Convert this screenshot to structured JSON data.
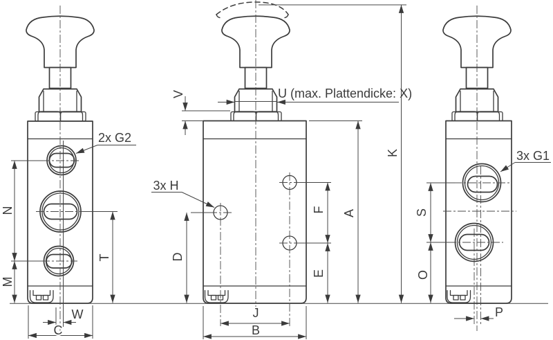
{
  "drawing": {
    "background": "#ffffff",
    "line_color": "#3b3b3b",
    "views": {
      "front_g2": {
        "port_label": "2x G2",
        "dim_n": "N",
        "dim_m": "M",
        "dim_t": "T",
        "dim_w": "W",
        "dim_c": "C"
      },
      "side_mounting": {
        "hole_label": "3x H",
        "panel_note": "U (max. Plattendicke: X)",
        "dim_v": "V",
        "dim_d": "D",
        "dim_f": "F",
        "dim_e": "E",
        "dim_a": "A",
        "dim_k": "K",
        "dim_j": "J",
        "dim_b": "B"
      },
      "front_g1": {
        "port_label": "3x G1",
        "dim_s": "S",
        "dim_o": "O",
        "dim_p": "P"
      }
    }
  }
}
